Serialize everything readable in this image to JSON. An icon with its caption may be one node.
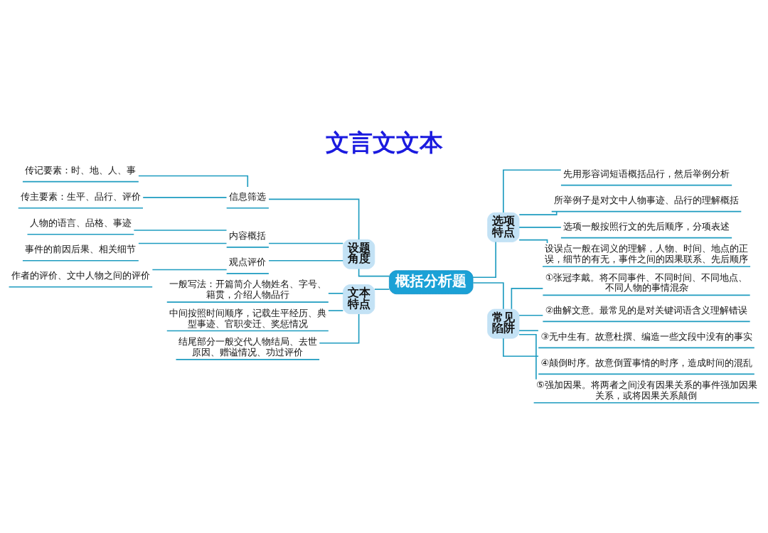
{
  "diagram": {
    "title": "文言文文本",
    "nodes": [
      {
        "text": [
          "概括分析题"
        ]
      },
      {
        "text": [
          "设题角度"
        ]
      },
      {
        "text": [
          "信息筛选"
        ]
      },
      {
        "text": [
          "传记要素：时、地、人、事"
        ]
      },
      {
        "text": [
          "传主要素：生平、品行、评价"
        ]
      },
      {
        "text": [
          "内容概括"
        ]
      },
      {
        "text": [
          "人物的语言、品格、事迹"
        ]
      },
      {
        "text": [
          "事件的前因后果、相关细节"
        ]
      },
      {
        "text": [
          "观点评价"
        ]
      },
      {
        "text": [
          "作者的评价、文中人物之间的评价"
        ]
      },
      {
        "text": [
          "文本特点"
        ]
      },
      {
        "text": [
          "一般写法：开篇简介人物姓名、字号、籍贯，介绍人物品行"
        ]
      },
      {
        "text": [
          "中间按照时间顺序，记载生平经历、典型事迹、官职变迁、奖惩情况"
        ]
      },
      {
        "text": [
          "结尾部分一般交代人物结局、去世原因、赠谥情况、功过评价"
        ]
      },
      {
        "text": [
          "选项特点"
        ]
      },
      {
        "text": [
          "先用形容词短语概括品行，然后举例分析"
        ]
      },
      {
        "text": [
          "所举例子是对文中人物事迹、品行的理解概括"
        ]
      },
      {
        "text": [
          "选项一般按照行文的先后顺序，分项表述"
        ]
      },
      {
        "text": [
          "设误点一般在词义的理解，人物、时间、地点的正误，细节的有无，事件之间的因果联系、先后顺序"
        ]
      },
      {
        "text": [
          "常见陷阱"
        ]
      },
      {
        "text": [
          "①张冠李戴。将不同事件、不同时间、不同地点、不同人物的事情混杂"
        ]
      },
      {
        "text": [
          "②曲解文意。最常见的是对关键词语含义理解错误"
        ]
      },
      {
        "text": [
          "③无中生有。故意杜撰、编造一些文段中没有的事实"
        ]
      },
      {
        "text": [
          "④颠倒时序。故意倒置事情的时序，造成时间的混乱"
        ]
      },
      {
        "text": [
          "⑤强加因果。将两者之间没有因果关系的事件强加因果关系，或将因果关系颠倒"
        ]
      }
    ],
    "edges": [
      {
        "from": 3,
        "to": 2,
        "arrow": "none"
      },
      {
        "from": 4,
        "to": 2,
        "arrow": "none"
      },
      {
        "from": 2,
        "to": 1,
        "arrow": "none"
      },
      {
        "from": 6,
        "to": 5,
        "arrow": "none"
      },
      {
        "from": 7,
        "to": 5,
        "arrow": "none"
      },
      {
        "from": 5,
        "to": 1,
        "arrow": "none"
      },
      {
        "from": 9,
        "to": 8,
        "arrow": "none"
      },
      {
        "from": 8,
        "to": 1,
        "arrow": "none"
      },
      {
        "from": 1,
        "to": 0,
        "arrow": "none"
      },
      {
        "from": 11,
        "to": 10,
        "arrow": "none"
      },
      {
        "from": 12,
        "to": 10,
        "arrow": "none"
      },
      {
        "from": 13,
        "to": 10,
        "arrow": "none"
      },
      {
        "from": 10,
        "to": 0,
        "arrow": "none"
      },
      {
        "from": 0,
        "to": 14,
        "arrow": "none"
      },
      {
        "from": 14,
        "to": 15,
        "arrow": "none"
      },
      {
        "from": 14,
        "to": 16,
        "arrow": "none"
      },
      {
        "from": 14,
        "to": 17,
        "arrow": "none"
      },
      {
        "from": 14,
        "to": 18,
        "arrow": "none"
      },
      {
        "from": 0,
        "to": 19,
        "arrow": "none"
      },
      {
        "from": 19,
        "to": 20,
        "arrow": "none"
      },
      {
        "from": 19,
        "to": 21,
        "arrow": "none"
      },
      {
        "from": 19,
        "to": 22,
        "arrow": "none"
      },
      {
        "from": 19,
        "to": 23,
        "arrow": "none"
      },
      {
        "from": 19,
        "to": 24,
        "arrow": "none"
      }
    ]
  }
}
